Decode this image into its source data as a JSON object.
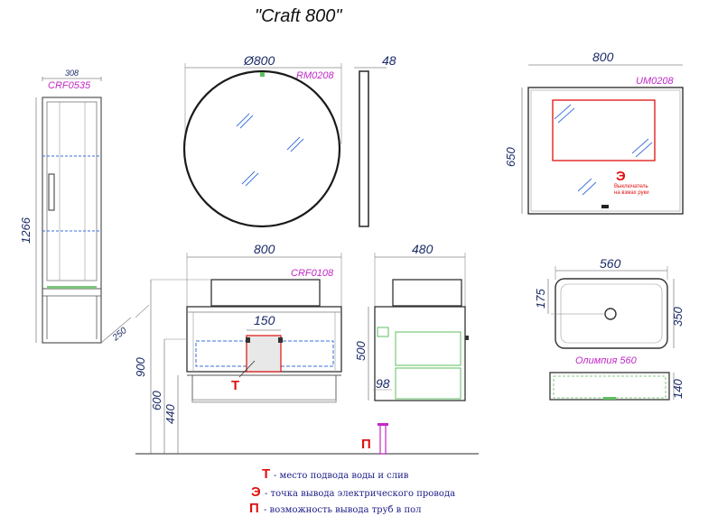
{
  "title": "\"Craft 800\"",
  "pencil_case": {
    "code": "CRF0535",
    "width": "308",
    "height": "1266",
    "depth": "250"
  },
  "mirror_round": {
    "code": "RM0208",
    "diameter": "Ø800",
    "thickness": "48"
  },
  "mirror_rect": {
    "code": "UM0208",
    "width": "800",
    "height": "650",
    "switch_marker": "Э",
    "switch_note_line1": "Выключатель",
    "switch_note_line2": "на взмах руки"
  },
  "vanity": {
    "code": "CRF0108",
    "width": "800",
    "height_total": "900",
    "height_600": "600",
    "height_440": "440",
    "pipe_zone": "150",
    "water_marker": "Т"
  },
  "vanity_side": {
    "depth": "480",
    "height": "500",
    "bottom": "98"
  },
  "floor_marker": "П",
  "basin": {
    "name": "Олимпия 560",
    "width": "560",
    "depth": "350",
    "drain_offset": "175",
    "height": "140"
  },
  "legend": [
    {
      "letter": "Т",
      "text": "- место подвода воды и слив"
    },
    {
      "letter": "Э",
      "text": "- точка вывода электрического провода"
    },
    {
      "letter": "П",
      "text": "- возможность вывода труб в пол"
    }
  ],
  "colors": {
    "dimension": "#1a2a66",
    "code": "#c228c8",
    "marker": "#e01010",
    "pipe_zone": "#3a6fd8"
  }
}
